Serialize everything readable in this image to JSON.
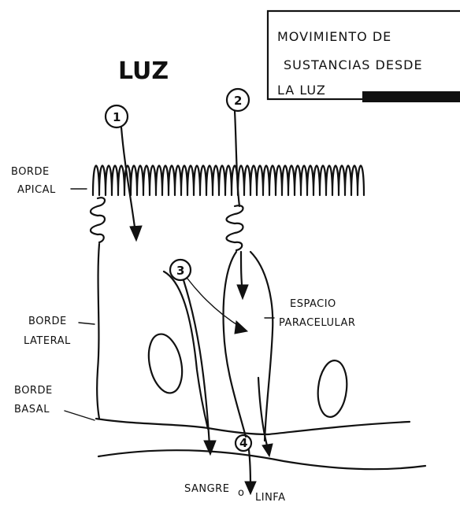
{
  "title": {
    "line1": "MOVIMIENTO DE",
    "line2": "SUSTANCIAS DESDE",
    "line3": "LA LUZ"
  },
  "lumen_label": "LUZ",
  "labels": {
    "borde_apical_1": "BORDE",
    "borde_apical_2": "APICAL",
    "borde_lateral_1": "BORDE",
    "borde_lateral_2": "LATERAL",
    "borde_basal_1": "BORDE",
    "borde_basal_2": "BASAL",
    "espacio_1": "ESPACIO",
    "espacio_2": "PARACELULAR",
    "sangre": "SANGRE",
    "o": "o",
    "linfa": "LINFA"
  },
  "routes": [
    "1",
    "2",
    "3",
    "4"
  ]
}
